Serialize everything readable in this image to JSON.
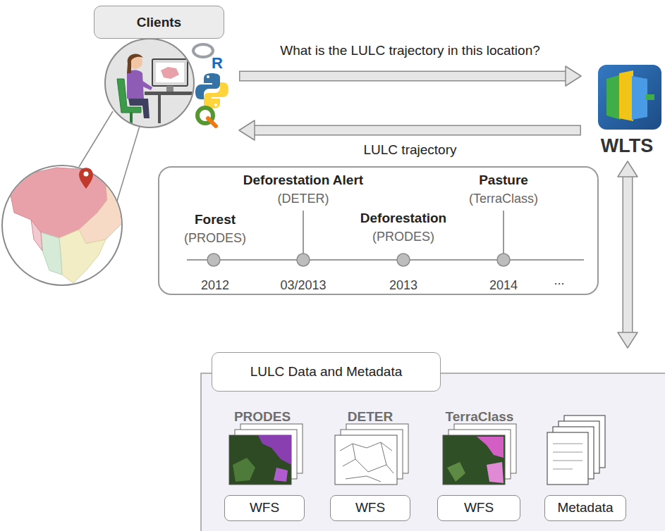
{
  "diagram": {
    "nodes": [
      {
        "text": [
          "Clients"
        ]
      },
      {
        "text": [
          "WLTS"
        ]
      },
      {
        "text": [
          "Forest",
          "(PRODES)",
          "2012"
        ]
      },
      {
        "text": [
          "Deforestation Alert",
          "(DETER)",
          "03/2013"
        ]
      },
      {
        "text": [
          "Deforestation",
          "(PRODES)",
          "2013"
        ]
      },
      {
        "text": [
          "Pasture",
          "(TerraClass)",
          "2014"
        ]
      },
      {
        "text": [
          "LULC Data and Metadata"
        ]
      },
      {
        "text": [
          "WFS"
        ],
        "in": 6
      },
      {
        "text": [
          "WFS"
        ],
        "in": 6
      },
      {
        "text": [
          "WFS"
        ],
        "in": 6
      },
      {
        "text": [
          "Metadata"
        ],
        "in": 6
      }
    ],
    "edges": [
      {
        "from": 0,
        "to": 1,
        "label": "What is the LULC trajectory in this location?",
        "arrow": "to"
      },
      {
        "from": 1,
        "to": 0,
        "label": "LULC trajectory",
        "arrow": "to"
      },
      {
        "from": 1,
        "to": 6,
        "arrow": "both"
      }
    ],
    "labels": [
      "R",
      "...",
      "PRODES",
      "DETER",
      "TerraClass"
    ]
  }
}
